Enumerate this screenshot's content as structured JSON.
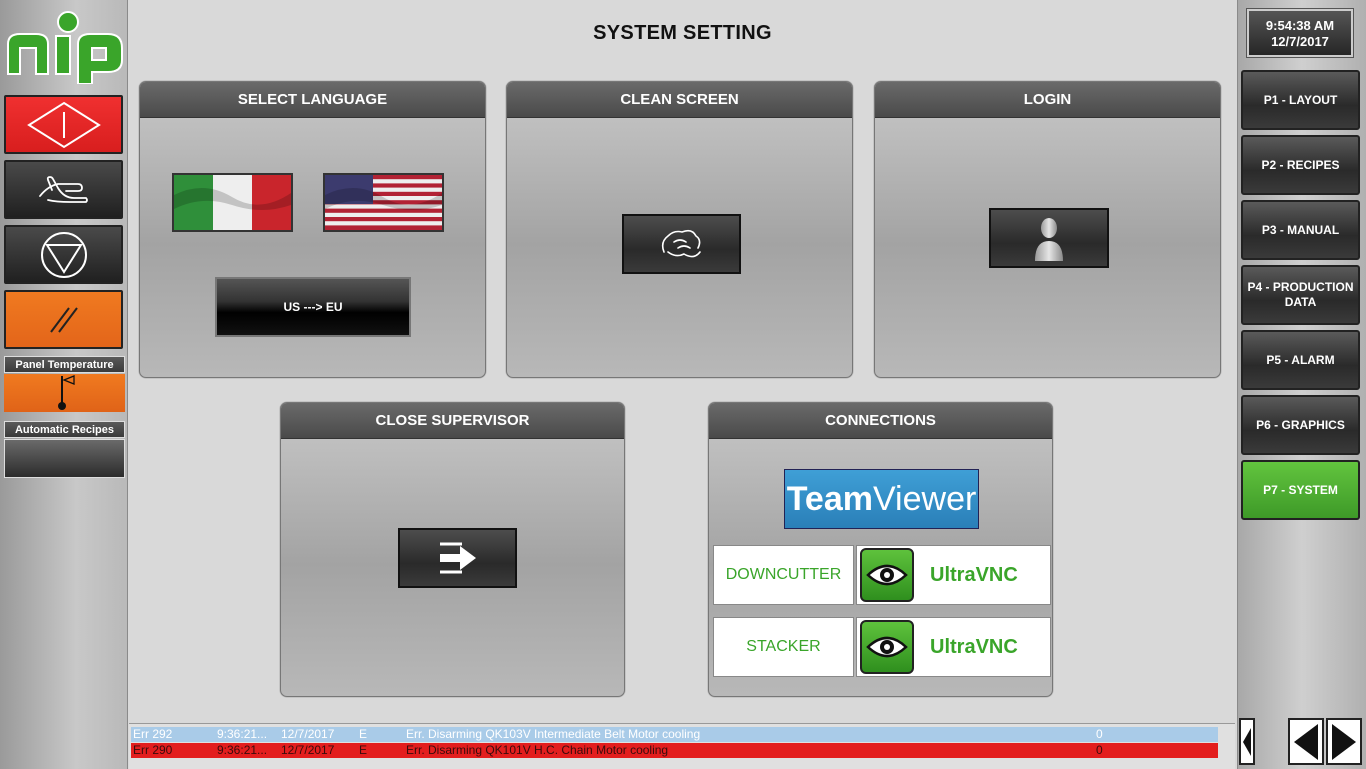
{
  "header": {
    "title": "SYSTEM SETTING"
  },
  "clock": {
    "time": "9:54:38 AM",
    "date": "12/7/2017"
  },
  "left_panel": {
    "labels": {
      "panel_temperature": "Panel Temperature",
      "automatic_recipes": "Automatic Recipes"
    },
    "colors": {
      "start": "#e52525",
      "reset": "#e86e1c"
    }
  },
  "nav": {
    "items": [
      {
        "label": "P1 - LAYOUT"
      },
      {
        "label": "P2 - RECIPES"
      },
      {
        "label": "P3 - MANUAL"
      },
      {
        "label": "P4 - PRODUCTION DATA"
      },
      {
        "label": "P5 - ALARM"
      },
      {
        "label": "P6 - GRAPHICS"
      },
      {
        "label": "P7 - SYSTEM"
      }
    ],
    "active_color": "#4caf32"
  },
  "panels": {
    "select_language": {
      "title": "SELECT LANGUAGE",
      "unit_button": "US ---> EU"
    },
    "clean_screen": {
      "title": "CLEAN SCREEN"
    },
    "login": {
      "title": "LOGIN"
    },
    "close_supervisor": {
      "title": "CLOSE SUPERVISOR"
    },
    "connections": {
      "title": "CONNECTIONS",
      "teamviewer_a": "Team",
      "teamviewer_b": "Viewer",
      "hosts": [
        {
          "name": "DOWNCUTTER",
          "app": "UltraVNC"
        },
        {
          "name": "STACKER",
          "app": "UltraVNC"
        }
      ]
    }
  },
  "alarms": [
    {
      "code": "Err  292",
      "time": "9:36:21...",
      "date": "12/7/2017",
      "type": "E",
      "message": "Err. Disarming QK103V Intermediate Belt Motor cooling",
      "count": "0"
    },
    {
      "code": "Err  290",
      "time": "9:36:21...",
      "date": "12/7/2017",
      "type": "E",
      "message": "Err. Disarming QK101V H.C. Chain Motor cooling",
      "count": "0"
    }
  ]
}
